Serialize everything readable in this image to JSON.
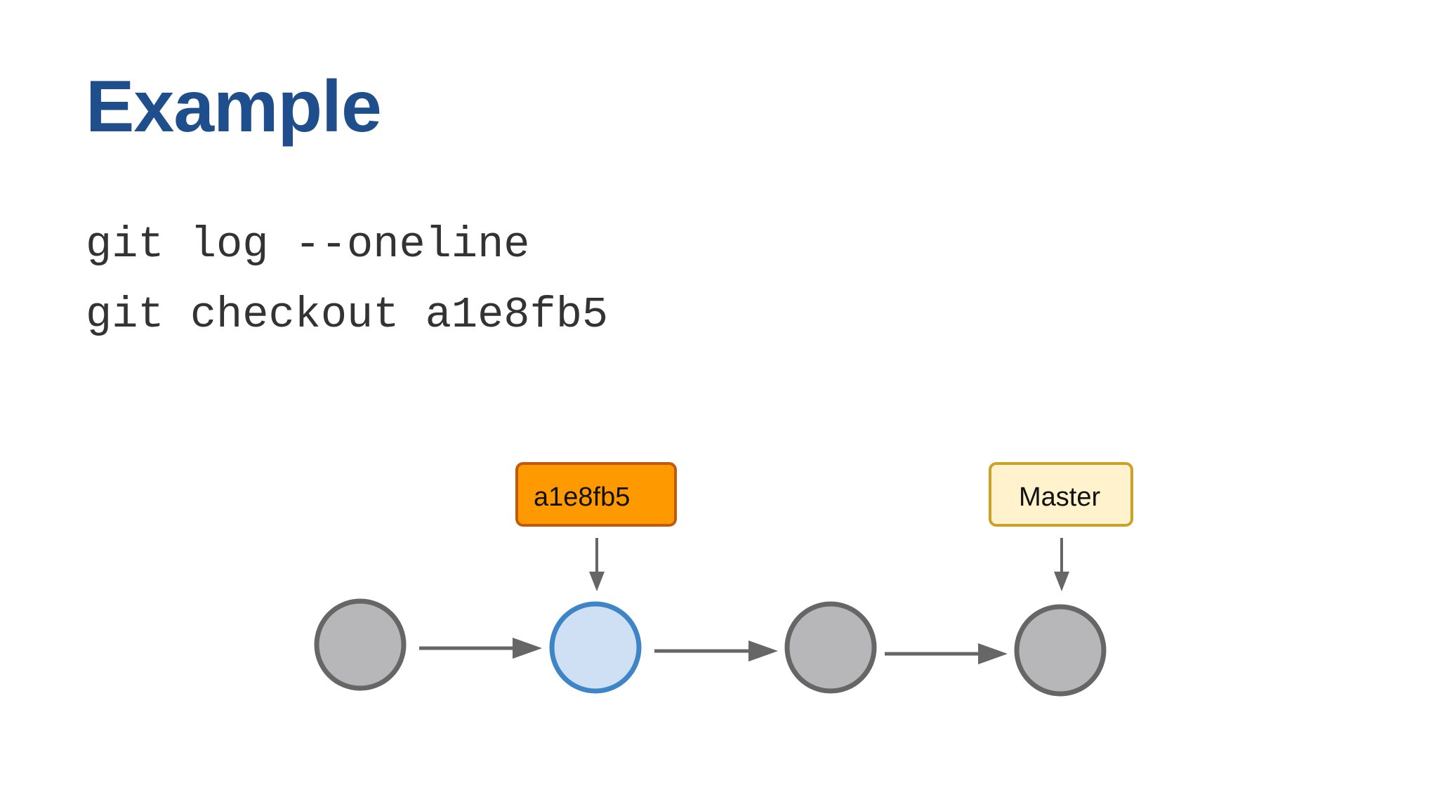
{
  "slide": {
    "title": "Example",
    "code_lines": [
      "git log --oneline",
      "git checkout a1e8fb5"
    ]
  },
  "diagram": {
    "labels": {
      "checkout": "a1e8fb5",
      "branch": "Master"
    },
    "commits": [
      {
        "state": "normal"
      },
      {
        "state": "checked-out"
      },
      {
        "state": "normal"
      },
      {
        "state": "normal"
      }
    ]
  },
  "colors": {
    "title": "#1f4e8c",
    "commit_fill": "#b7b6b9",
    "commit_stroke": "#666666",
    "active_fill": "#cfe0f4",
    "active_stroke": "#3d85c6",
    "checkout_fill": "#ff9900",
    "checkout_stroke": "#c05a10",
    "branch_fill": "#fff2cc",
    "branch_stroke": "#c9a227",
    "arrow": "#666666"
  }
}
